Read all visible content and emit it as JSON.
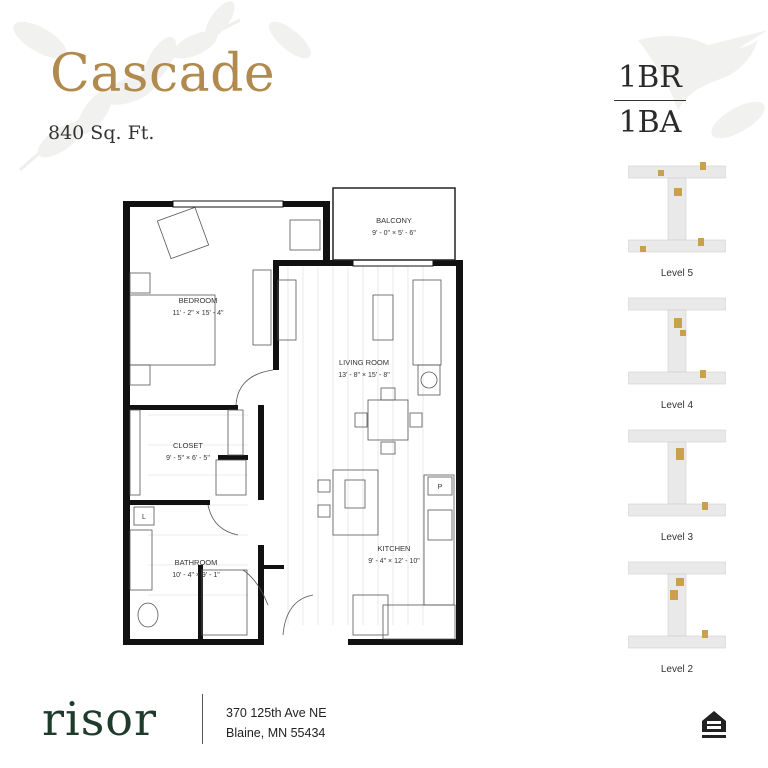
{
  "plan_name": "Cascade",
  "square_feet": "840 Sq. Ft.",
  "bedrooms": "1BR",
  "bathrooms": "1BA",
  "rooms": [
    {
      "name": "BALCONY",
      "dimensions": "9' - 0\" × 5' - 6\""
    },
    {
      "name": "BEDROOM",
      "dimensions": "11' - 2\" × 15' - 4\""
    },
    {
      "name": "LIVING ROOM",
      "dimensions": "13' - 8\" × 15' - 8\""
    },
    {
      "name": "CLOSET",
      "dimensions": "9' - 5\" × 6' - 5\""
    },
    {
      "name": "BATHROOM",
      "dimensions": "10' - 4\" × 9' - 1\""
    },
    {
      "name": "KITCHEN",
      "dimensions": "9' - 4\" × 12' - 10\""
    }
  ],
  "appliance_marks": {
    "laundry": "L",
    "pantry": "P"
  },
  "levels": [
    {
      "label": "Level 5"
    },
    {
      "label": "Level 4"
    },
    {
      "label": "Level 3"
    },
    {
      "label": "Level 2"
    }
  ],
  "brand": {
    "logo": "risor",
    "address_line1": "370 125th Ave NE",
    "address_line2": "Blaine, MN 55434"
  },
  "colors": {
    "title_gold": "#b08a4e",
    "highlight_gold": "#c9a04c",
    "logo_green": "#1f3b2b",
    "wall": "#111111"
  },
  "icons": [
    "leaf-decoration",
    "hummingbird-decoration",
    "equal-housing-icon"
  ]
}
